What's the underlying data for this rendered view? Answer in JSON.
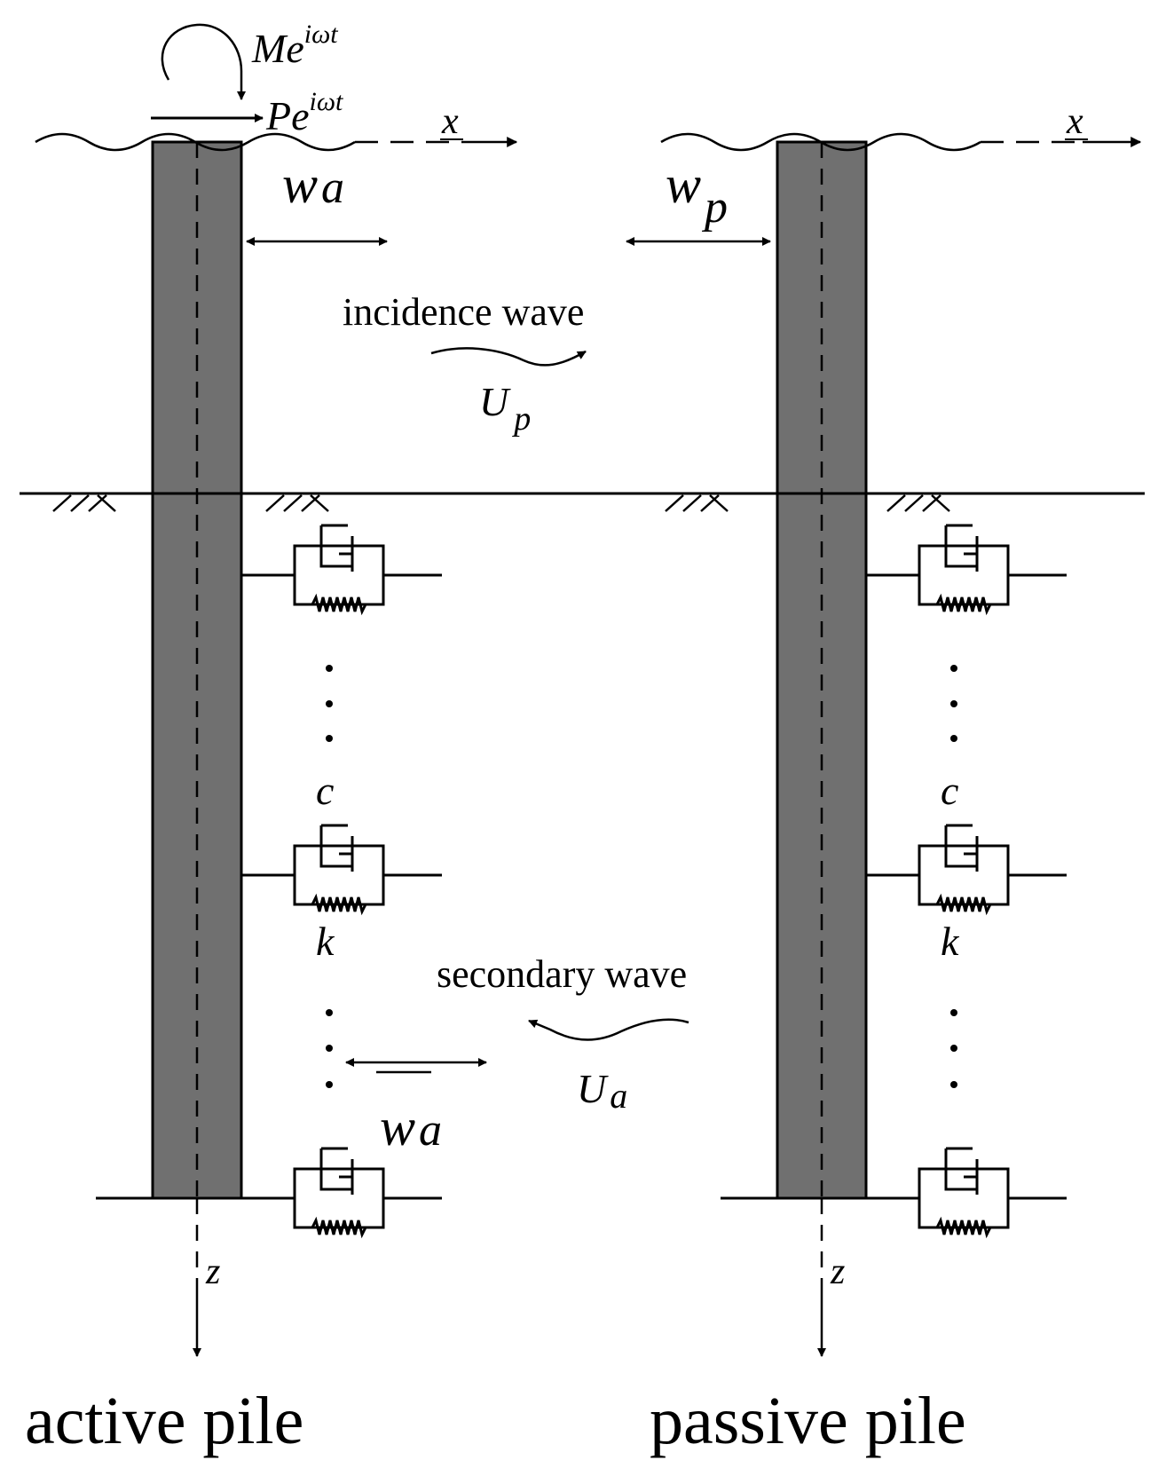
{
  "diagram": {
    "labels": {
      "moment_base": "Me",
      "moment_exp": "iωt",
      "force_base": "Pe",
      "force_exp": "iωt",
      "x_axis_left": "x",
      "x_axis_right": "x",
      "w_a_top": "w",
      "w_a_top_sub": "a",
      "w_p": "w",
      "w_p_sub": "p",
      "incidence_wave": "incidence wave",
      "u_p": "U",
      "u_p_sub": "p",
      "c_left": "c",
      "k_left": "k",
      "c_right": "c",
      "k_right": "k",
      "secondary_wave": "secondary wave",
      "u_a": "U",
      "u_a_sub": "a",
      "w_a_bottom": "w",
      "w_a_bottom_sub": "a",
      "z_left": "z",
      "z_right": "z",
      "dots": "·",
      "active_pile": "active pile",
      "passive_pile": "passive pile"
    },
    "colors": {
      "pile_fill": "#707070",
      "line": "#000000",
      "background": "#ffffff"
    }
  }
}
